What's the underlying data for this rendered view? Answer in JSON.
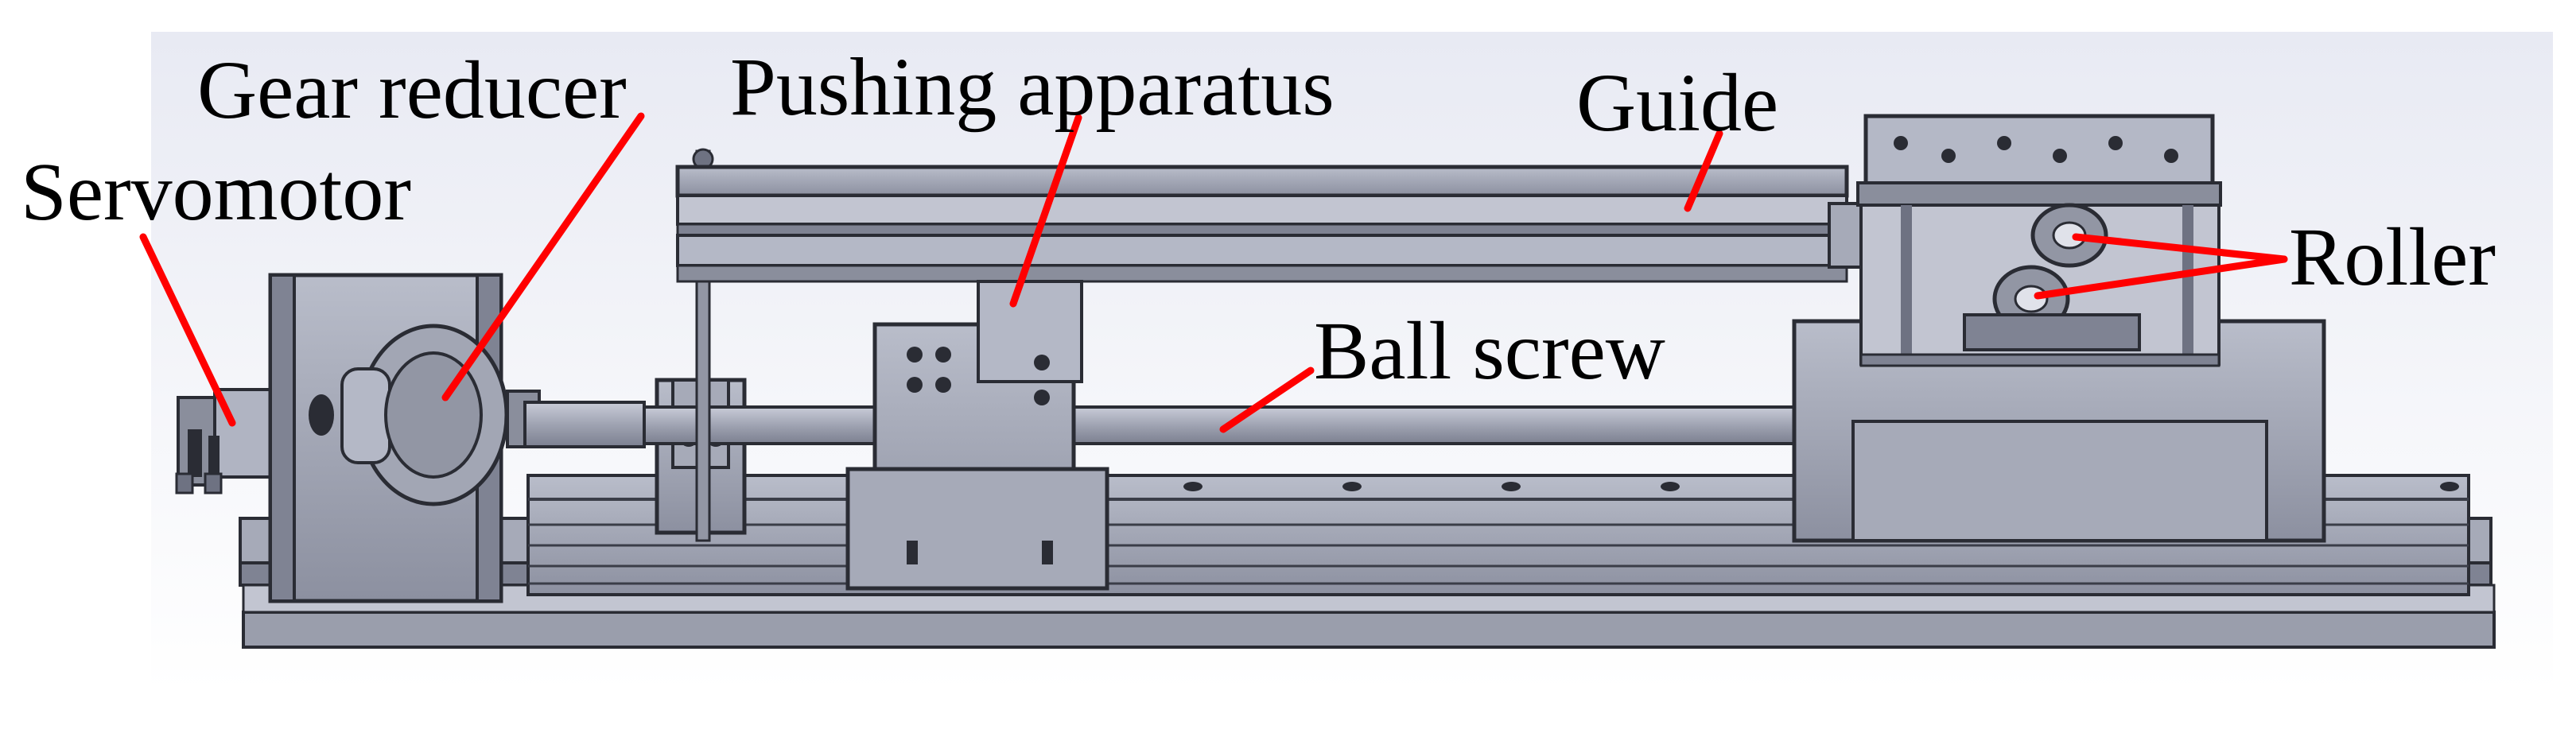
{
  "labels": {
    "servomotor": "Servomotor",
    "gear_reducer": "Gear reducer",
    "pushing_apparatus": "Pushing apparatus",
    "guide": "Guide",
    "ball_screw": "Ball screw",
    "roller": "Roller"
  },
  "colors": {
    "background_top": "#f2f3f8",
    "background_bottom": "#ffffff",
    "metal_light": "#b4b8c6",
    "metal_mid": "#9a9eac",
    "metal_dark": "#6e7282",
    "outline": "#2a2c34",
    "pointer": "#ff0000",
    "accent_yellow": "#e8d11c"
  }
}
